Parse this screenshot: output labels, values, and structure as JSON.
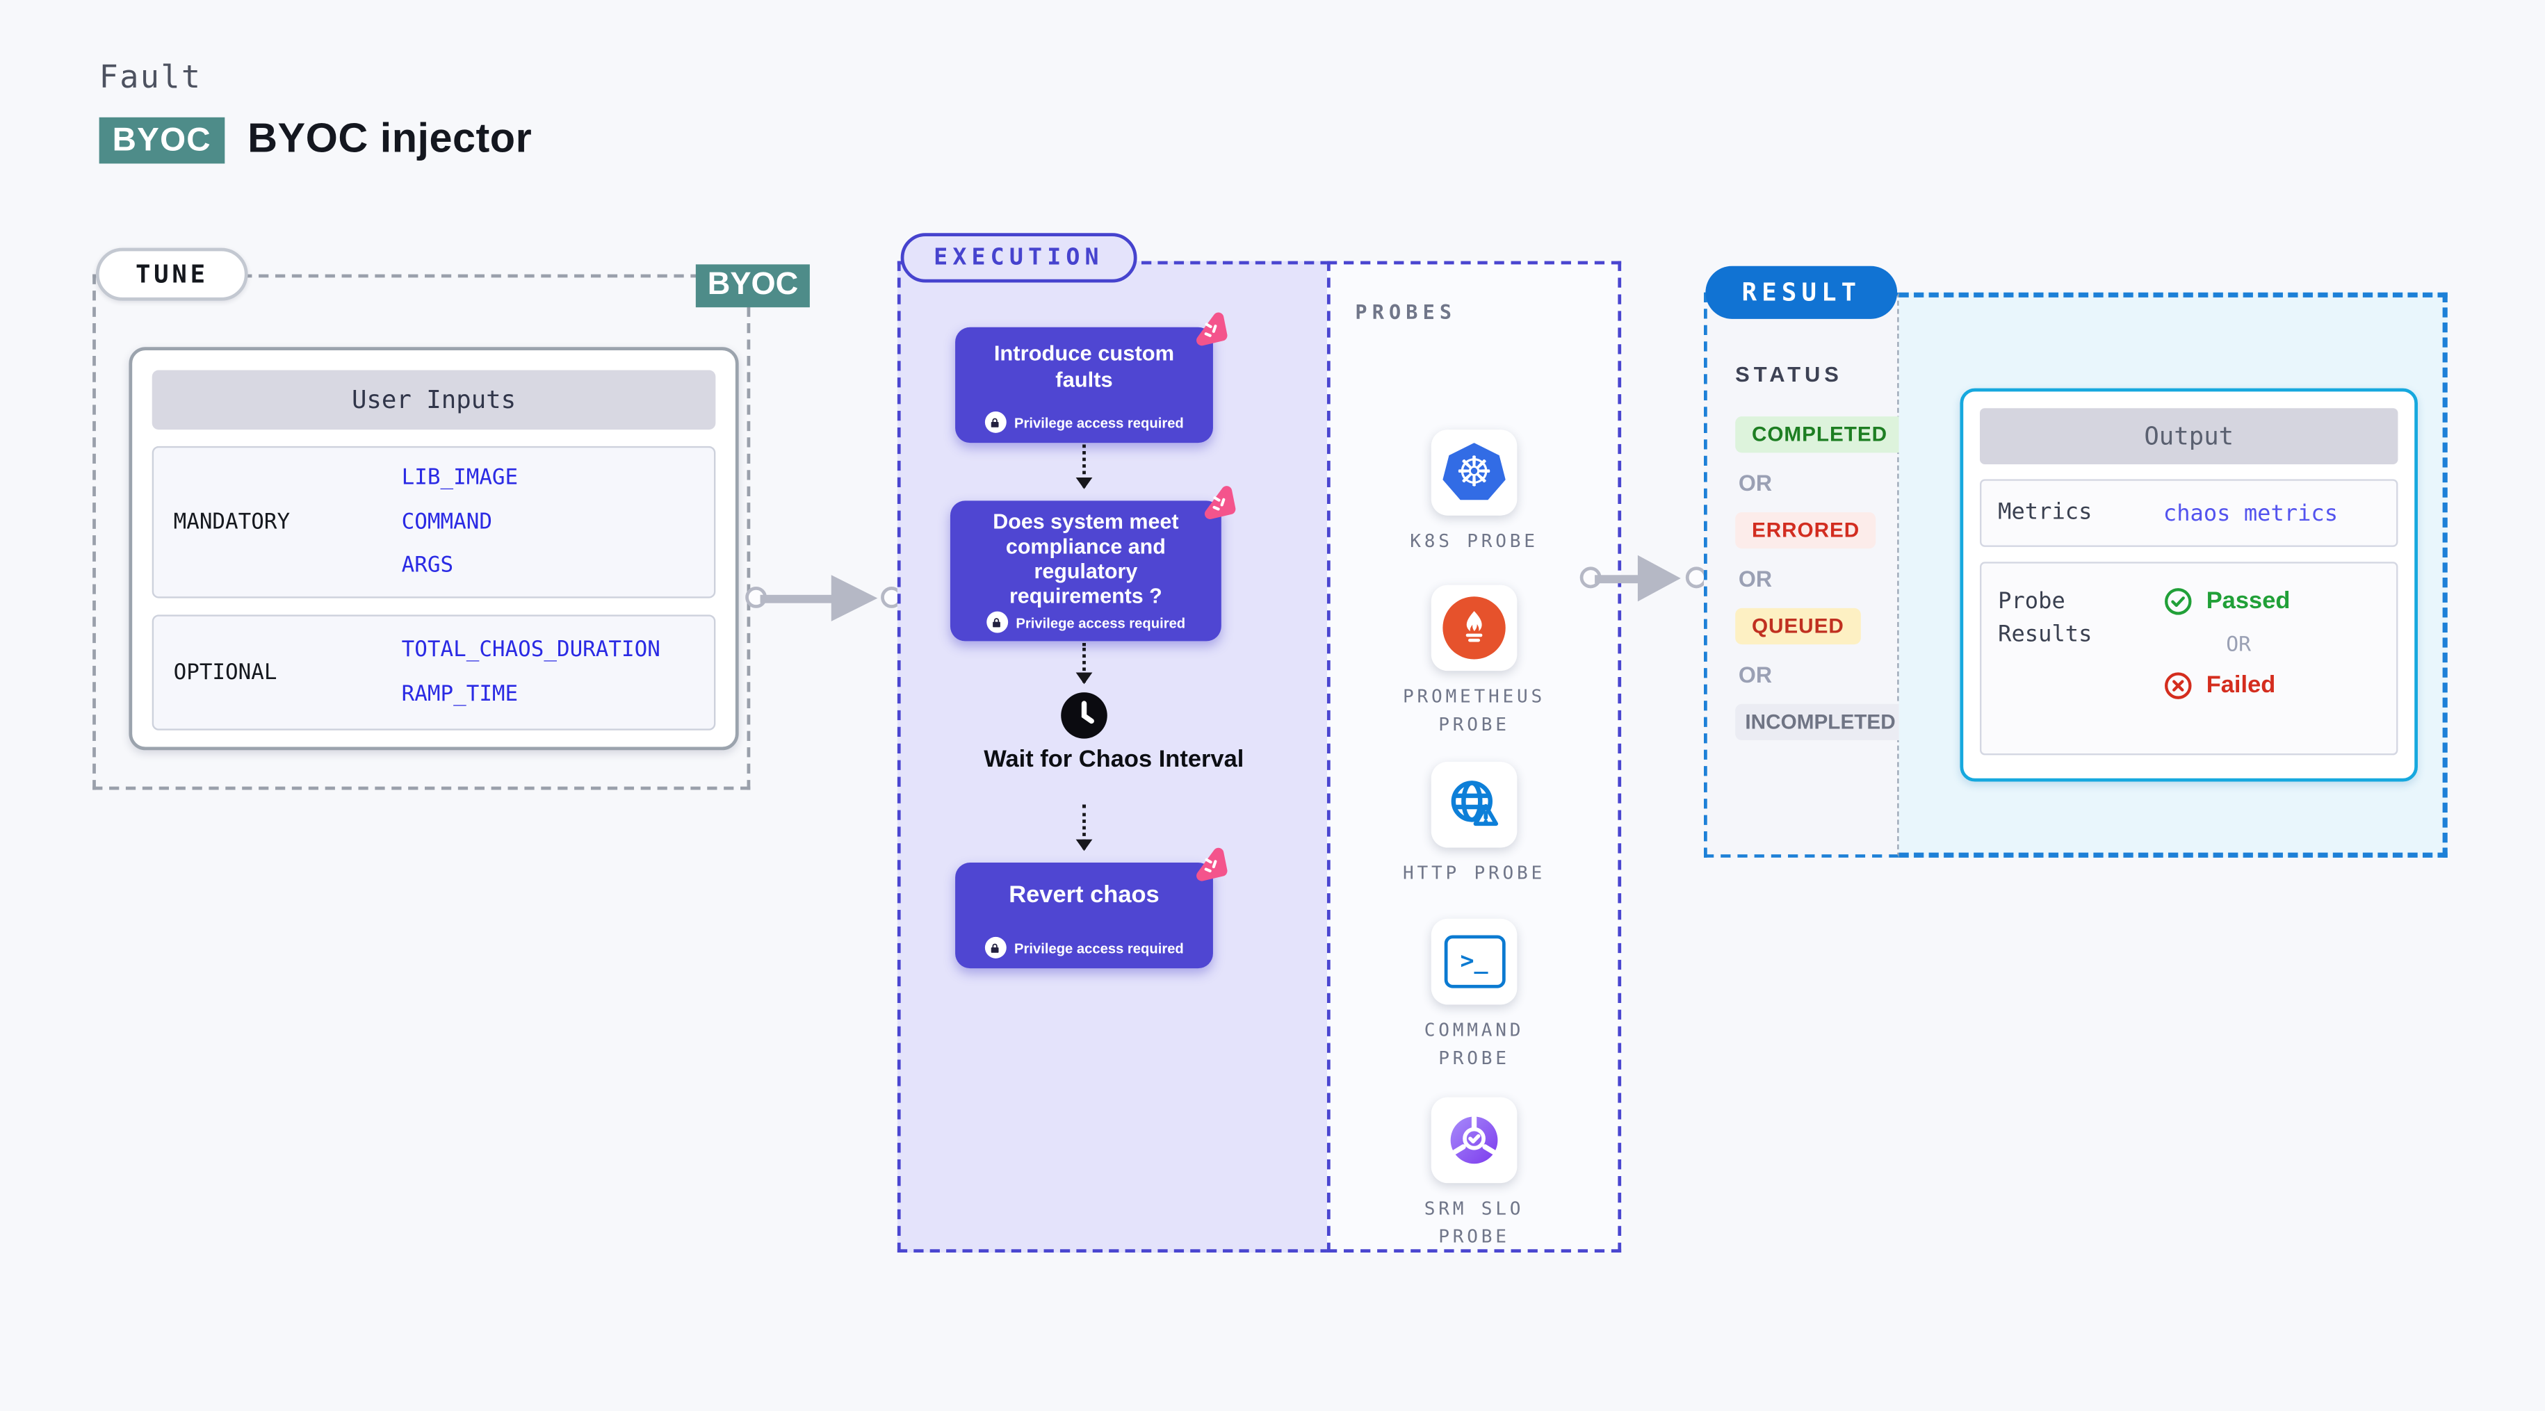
{
  "header": {
    "eyebrow": "Fault",
    "badge": "BYOC",
    "title": "BYOC injector"
  },
  "tune": {
    "label": "TUNE",
    "corner_badge": "BYOC",
    "card_title": "User Inputs",
    "rows": [
      {
        "label": "MANDATORY",
        "values": [
          "LIB_IMAGE",
          "COMMAND",
          "ARGS"
        ]
      },
      {
        "label": "OPTIONAL",
        "values": [
          "TOTAL_CHAOS_DURATION",
          "RAMP_TIME"
        ]
      }
    ]
  },
  "execution": {
    "label": "EXECUTION",
    "nodes": [
      {
        "title": "Introduce custom faults",
        "privilege": "Privilege access required"
      },
      {
        "title": "Does system meet compliance and regulatory requirements ?",
        "privilege": "Privilege access required"
      },
      {
        "title": "Revert chaos",
        "privilege": "Privilege access required"
      }
    ],
    "wait_label": "Wait for Chaos Interval"
  },
  "probes": {
    "label": "PROBES",
    "items": [
      {
        "name": "K8S PROBE",
        "icon": "kubernetes-icon"
      },
      {
        "name": "PROMETHEUS PROBE",
        "icon": "prometheus-icon"
      },
      {
        "name": "HTTP PROBE",
        "icon": "globe-warning-icon"
      },
      {
        "name": "COMMAND PROBE",
        "icon": "terminal-icon"
      },
      {
        "name": "SRM SLO PROBE",
        "icon": "srm-slo-icon"
      }
    ]
  },
  "result": {
    "label": "RESULT",
    "status_label": "STATUS",
    "or_label": "OR",
    "statuses": [
      "COMPLETED",
      "ERRORED",
      "QUEUED",
      "INCOMPLETED"
    ],
    "output": {
      "title": "Output",
      "metrics_label": "Metrics",
      "metrics_value": "chaos metrics",
      "probe_results_label": "Probe Results",
      "passed_label": "Passed",
      "or_label": "OR",
      "failed_label": "Failed"
    }
  },
  "colors": {
    "accent_teal": "#4e8c89",
    "accent_indigo": "#4a46d0",
    "accent_blue": "#1173d3",
    "node_bg": "#4f46d2",
    "value_blue": "#2a2ae4",
    "cyan_border": "#16a8de",
    "completed": "#1d7e22",
    "errored": "#d22d20",
    "queued": "#c03020",
    "incompleted": "#6f7484",
    "passed": "#21a038",
    "failed": "#d42d1e"
  }
}
